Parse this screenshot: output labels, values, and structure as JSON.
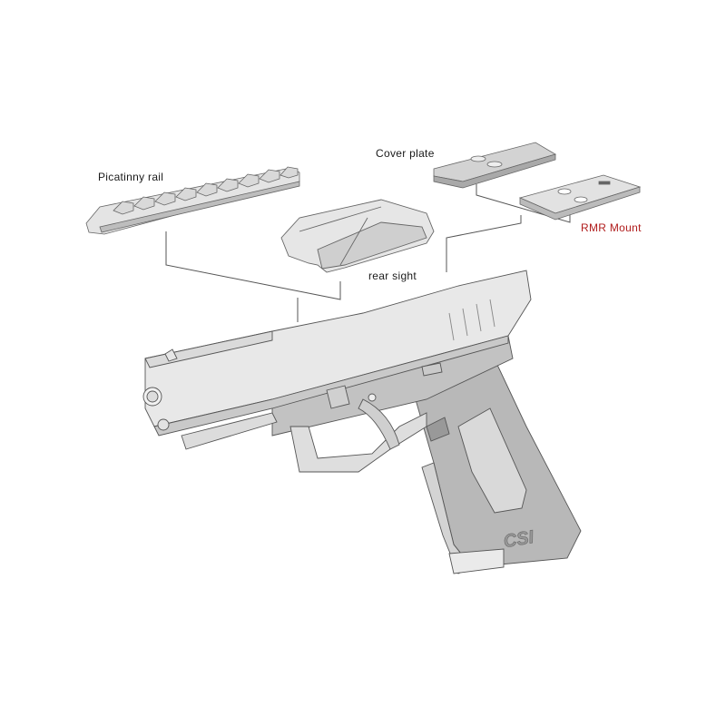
{
  "diagram": {
    "type": "exploded-view",
    "subject": "pistol with optic mounting components",
    "background": "#ffffff",
    "line_color": "#555555",
    "part_fill_light": "#ececec",
    "part_fill_mid": "#d6d6d6",
    "part_fill_dark": "#b9b9b9",
    "labels": [
      {
        "id": "picatinny-rail",
        "text": "Picatinny rail",
        "color": "#1a1a1a"
      },
      {
        "id": "cover-plate",
        "text": "Cover plate",
        "color": "#1a1a1a"
      },
      {
        "id": "rmr-mount",
        "text": "RMR Mount",
        "color": "#b01c1c"
      },
      {
        "id": "rear-sight",
        "text": "rear sight",
        "color": "#1a1a1a"
      }
    ],
    "grip_logo": "CSI"
  }
}
